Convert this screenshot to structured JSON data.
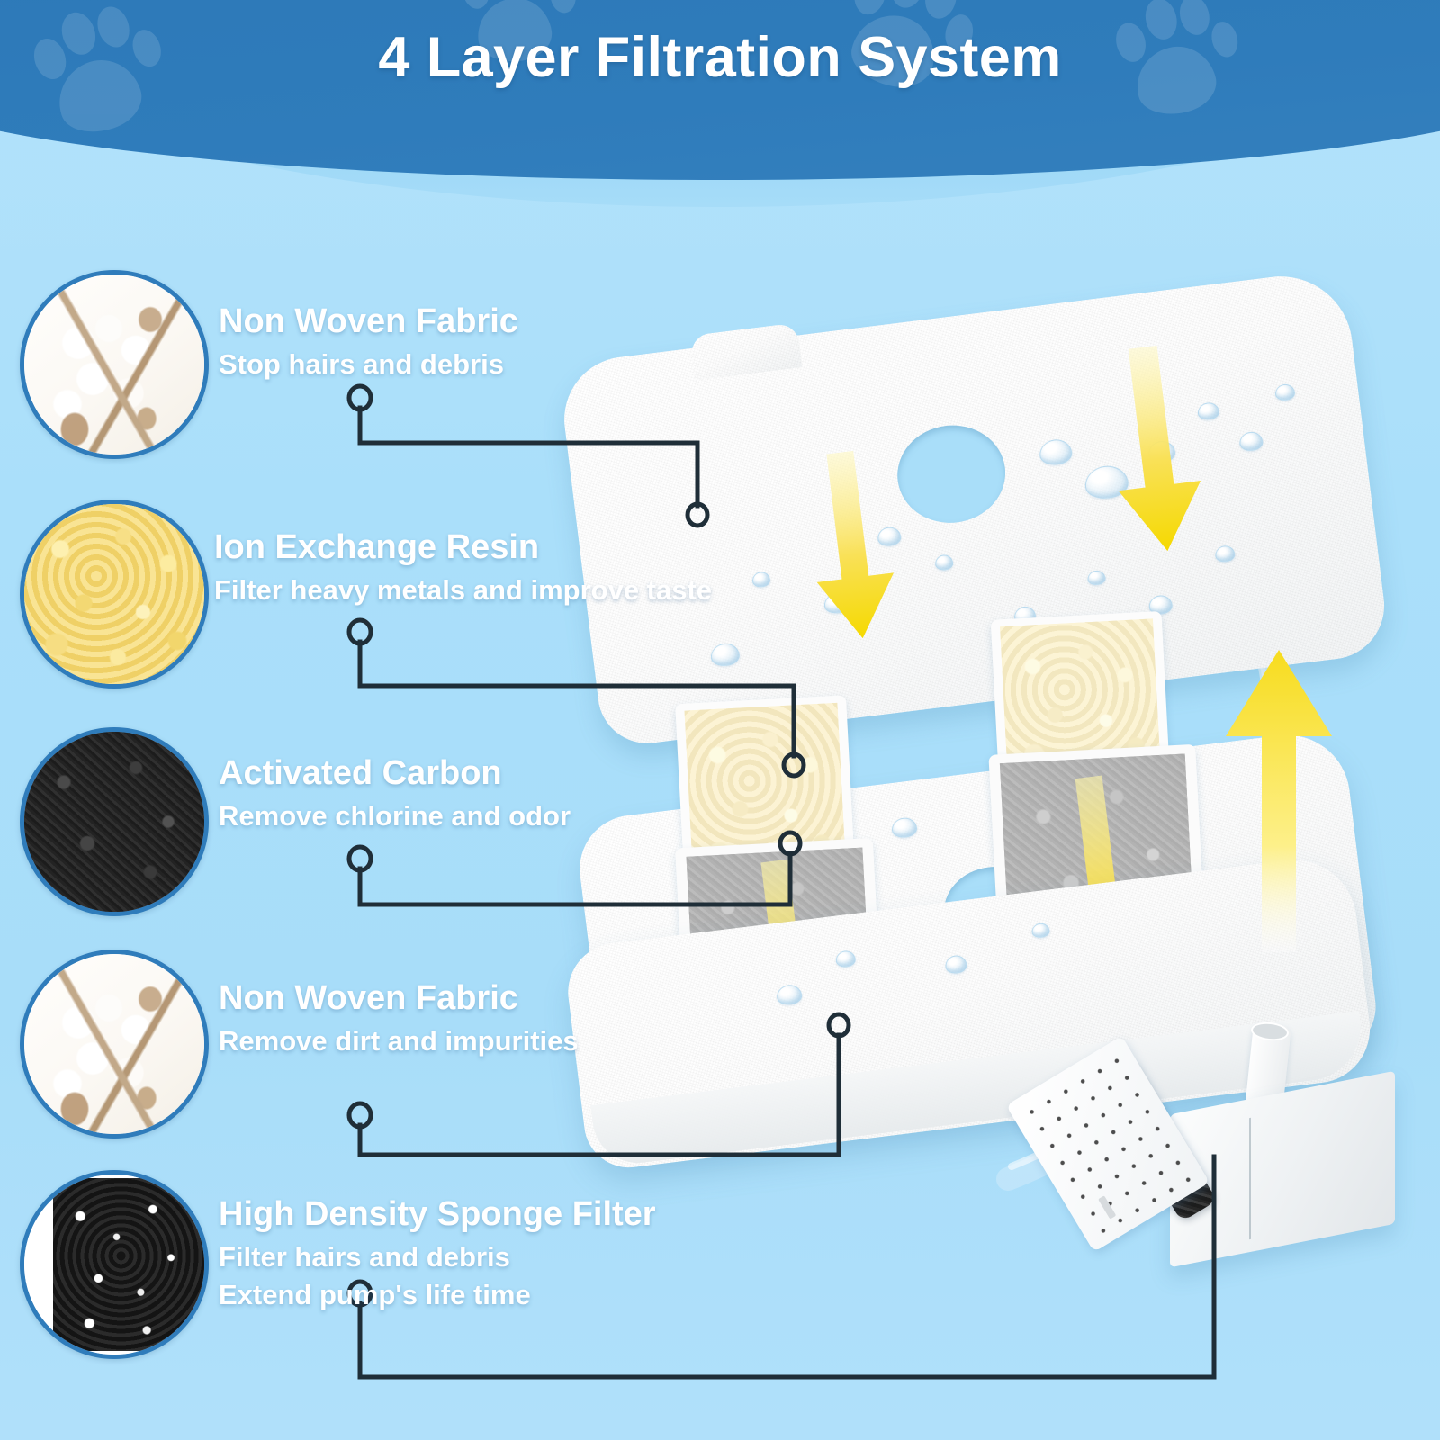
{
  "header": {
    "title": "4 Layer Filtration System",
    "bg_color_dark": "#2d79b8",
    "bg_color_mid": "#6fbdee",
    "paw_icon": "paw-print-icon"
  },
  "page": {
    "background_color": "#ade1fa",
    "accent_color": "#2f7cbb",
    "arrow_color": "#f6e01f",
    "leader_line_color": "#1f2e38"
  },
  "layers": [
    {
      "id": "non-woven-fabric-top",
      "title": "Non Woven Fabric",
      "subtitle": "Stop hairs and debris",
      "subtitle2": "",
      "swatch_icon": "cotton-boll-icon",
      "swatch_color": "#f7f3ec"
    },
    {
      "id": "ion-exchange-resin",
      "title": "Ion Exchange Resin",
      "subtitle": "Filter heavy metals and improve taste",
      "subtitle2": "",
      "swatch_icon": "resin-beads-icon",
      "swatch_color": "#f0d268"
    },
    {
      "id": "activated-carbon",
      "title": "Activated Carbon",
      "subtitle": "Remove chlorine and odor",
      "subtitle2": "",
      "swatch_icon": "carbon-granules-icon",
      "swatch_color": "#1a1a1a"
    },
    {
      "id": "non-woven-fabric-bottom",
      "title": "Non Woven Fabric",
      "subtitle": "Remove dirt and impurities",
      "subtitle2": "",
      "swatch_icon": "cotton-boll-icon",
      "swatch_color": "#f7f3ec"
    },
    {
      "id": "high-density-sponge-filter",
      "title": "High Density Sponge Filter",
      "subtitle": "Filter hairs and debris",
      "subtitle2": "Extend pump's life time",
      "swatch_icon": "sponge-block-icon",
      "swatch_color": "#101010"
    }
  ],
  "product": {
    "top_pad_label": "non-woven-top-pad",
    "middle_tray_label": "resin-carbon-tray",
    "bottom_tray_label": "bottom-filter-tray",
    "pump_label": "water-pump",
    "flow_arrow_down": "arrow-down-icon",
    "flow_arrow_up": "arrow-up-icon",
    "water_stream": "water-stream-icon"
  }
}
